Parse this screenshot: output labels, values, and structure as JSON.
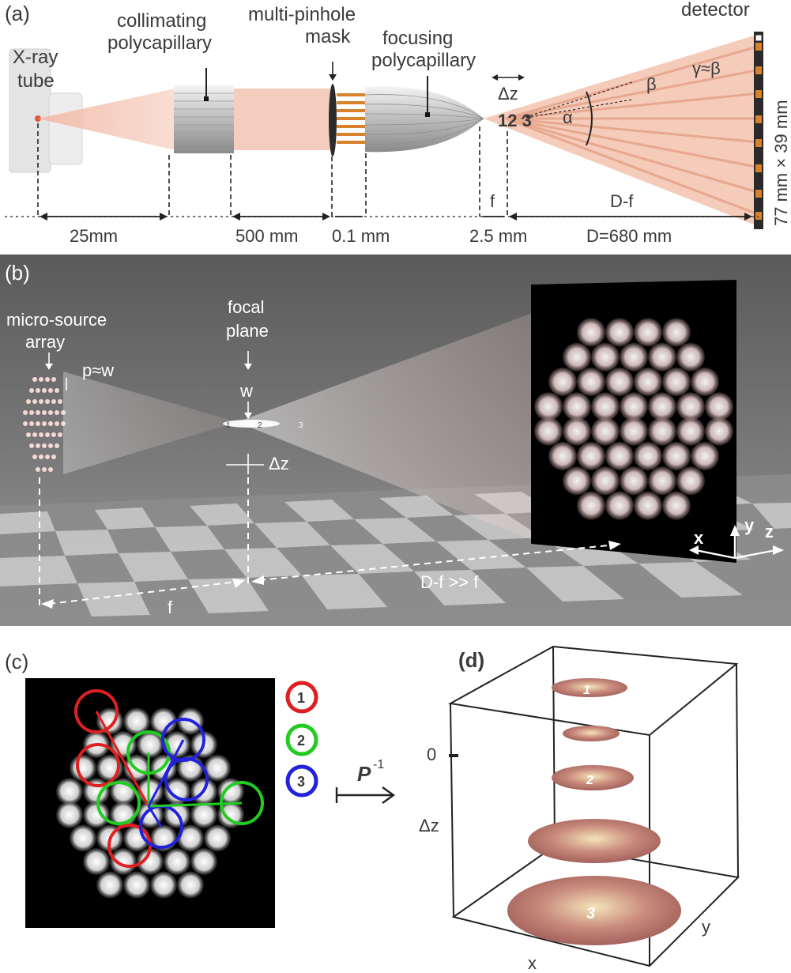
{
  "panel_a": {
    "label": "(a)",
    "xray_tube": [
      "X-ray",
      "tube"
    ],
    "collimating": [
      "collimating",
      "polycapillary"
    ],
    "mask": [
      "multi-pinhole",
      "mask"
    ],
    "focusing": [
      "focusing",
      "polycapillary"
    ],
    "detector": "detector",
    "delta_z": "Δz",
    "focal_numbers": "12 3",
    "alpha": "α",
    "beta": "β",
    "gamma": "γ≈β",
    "detector_size": "77 mm × 39 mm",
    "dim_25": "25mm",
    "dim_500": "500 mm",
    "dim_01": "0.1 mm",
    "dim_25b": "2.5 mm",
    "dim_D": "D=680 mm",
    "f": "f",
    "d_minus_f": "D-f"
  },
  "panel_b": {
    "label": "(b)",
    "micro_source": [
      "micro-source",
      "array"
    ],
    "p_w": "p≈w",
    "focal_plane": [
      "focal",
      "plane"
    ],
    "w": "w",
    "delta_z": "Δz",
    "focal_nums": [
      "1",
      "2",
      "3"
    ],
    "f": "f",
    "d_f_gg_f": "D-f >> f",
    "axes": [
      "x",
      "y",
      "z"
    ]
  },
  "panel_c": {
    "label": "(c)",
    "legend": [
      "1",
      "2",
      "3"
    ],
    "legend_colors": [
      "#e02020",
      "#22cc22",
      "#2222dd"
    ],
    "operator": "P",
    "operator_sup": "-1"
  },
  "panel_d": {
    "label": "(d)",
    "zero": "0",
    "delta_z": "Δz",
    "x": "x",
    "y": "y",
    "disc_labels": [
      "1",
      "2",
      "3"
    ]
  }
}
